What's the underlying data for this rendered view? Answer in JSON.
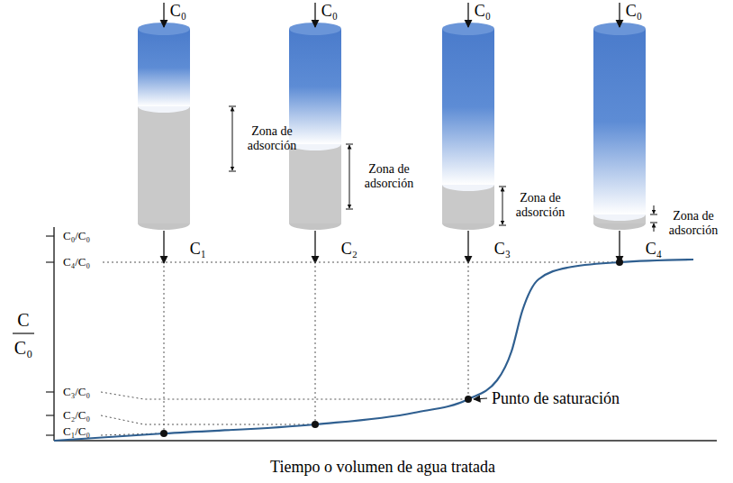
{
  "diagram": {
    "labels": [
      "C₀",
      "C₀",
      "C₀",
      "C₀",
      "Zona de adsorción",
      "Zona de adsorción",
      "Zona de adsorción",
      "Zona de adsorción",
      "C₁",
      "C₂",
      "C₃",
      "C₄",
      "C₀/C₀",
      "C₄/C₀",
      "C₃/C₀",
      "C₂/C₀",
      "C₁/C₀",
      "C",
      "C₀",
      "Punto de saturación",
      "Tiempo o volumen de agua tratada"
    ]
  }
}
